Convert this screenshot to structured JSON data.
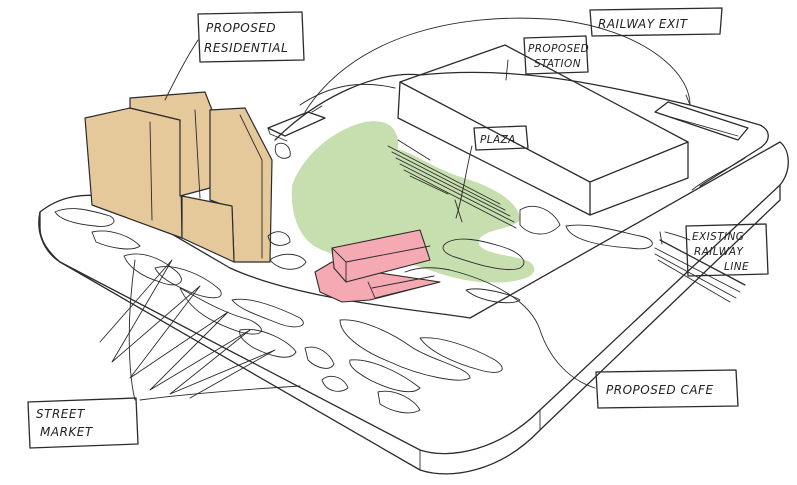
{
  "labels": {
    "proposed_residential_line1": "PROPOSED",
    "proposed_residential_line2": "RESIDENTIAL",
    "railway_exit": "RAILWAY EXIT",
    "proposed_station_line1": "PROPOSED",
    "proposed_station_line2": "STATION",
    "plaza": "PLAZA",
    "existing_railway_line1": "EXISTING",
    "existing_railway_line2": "RAILWAY",
    "existing_railway_line3": "LINE",
    "proposed_cafe": "PROPOSED CAFE",
    "street_market_line1": "STREET",
    "street_market_line2": "MARKET"
  },
  "colors": {
    "residential": "#e6c99b",
    "plaza_green": "#c7dfae",
    "cafe_pink": "#f4a9b3",
    "ink": "#2b2b2b"
  }
}
